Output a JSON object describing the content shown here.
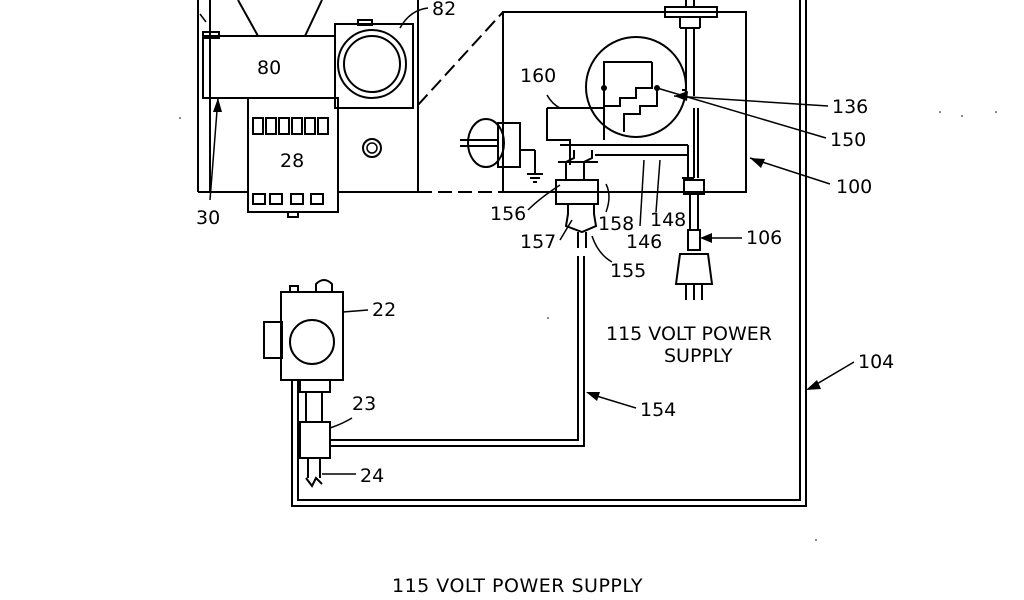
{
  "labels": {
    "l82": "82",
    "l80": "80",
    "l28": "28",
    "l30": "30",
    "l160": "160",
    "l136": "136",
    "l150": "150",
    "l100": "100",
    "l156": "156",
    "l157": "157",
    "l158": "158",
    "l148": "148",
    "l146": "146",
    "l155": "155",
    "l106": "106",
    "l22": "22",
    "l23": "23",
    "l24": "24",
    "l154": "154",
    "l104": "104"
  },
  "notes": {
    "supply_line1": "115 VOLT POWER",
    "supply_line2": "SUPPLY"
  },
  "caption": "115 VOLT POWER SUPPLY"
}
